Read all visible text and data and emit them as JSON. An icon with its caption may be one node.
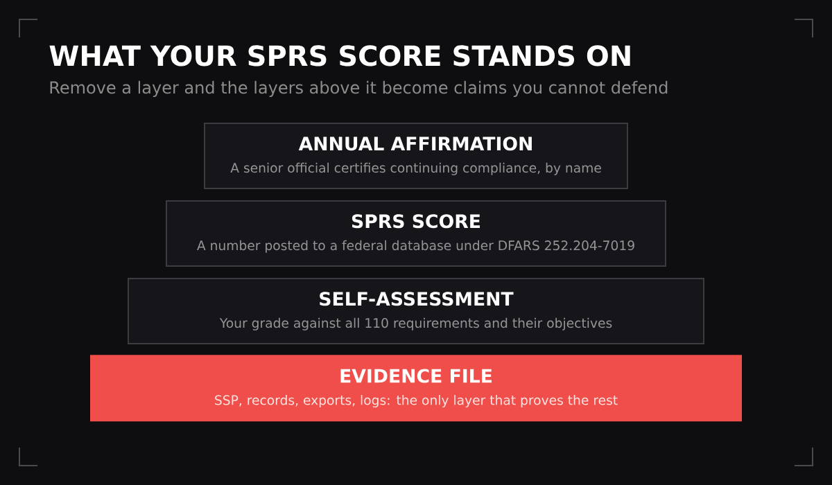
{
  "diagram": {
    "title": "WHAT YOUR SPRS SCORE STANDS ON",
    "nodes": [
      {
        "text": [
          "ANNUAL AFFIRMATION",
          "A senior official certifies continuing compliance, by name"
        ]
      },
      {
        "text": [
          "SPRS SCORE",
          "A number posted to a federal database under DFARS 252.204-7019"
        ]
      },
      {
        "text": [
          "SELF-ASSESSMENT",
          "Your grade against all 110 requirements and their objectives"
        ]
      },
      {
        "text": [
          "EVIDENCE FILE",
          "SSP, records, exports, logs: the only layer that proves the rest"
        ]
      }
    ],
    "labels": [
      "Remove a layer and the layers above it become claims you cannot defend"
    ]
  }
}
